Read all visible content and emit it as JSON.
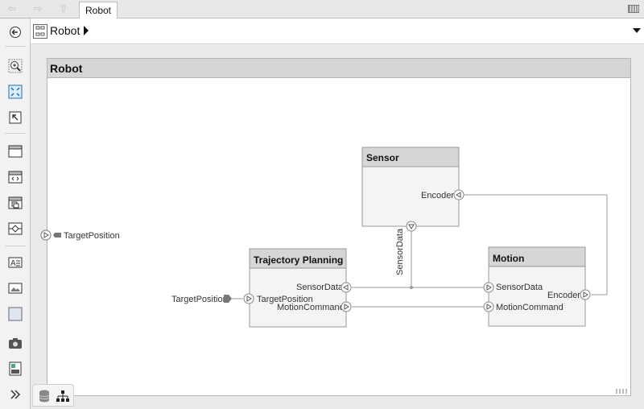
{
  "tabs": [
    {
      "label": "Robot"
    }
  ],
  "breadcrumb": {
    "label": "Robot"
  },
  "model": {
    "title": "Robot"
  },
  "root_ports": [
    {
      "name": "TargetPosition",
      "direction": "in"
    }
  ],
  "components": {
    "sensor": {
      "title": "Sensor",
      "ports": {
        "encoder": "Encoder",
        "sensor_data": "SensorData"
      }
    },
    "trajectory": {
      "title": "Trajectory Planning",
      "ports": {
        "sensor_data": "SensorData",
        "target_position": "TargetPosition",
        "motion_command": "MotionCommand"
      }
    },
    "motion": {
      "title": "Motion",
      "ports": {
        "sensor_data": "SensorData",
        "motion_command": "MotionCommand",
        "encoder": "Encoder"
      }
    }
  },
  "external_labels": {
    "target_position": "TargetPosition"
  },
  "connections": [
    {
      "from": "Sensor.SensorData",
      "to": "Trajectory Planning.SensorData"
    },
    {
      "from": "Sensor.SensorData",
      "to": "Motion.SensorData"
    },
    {
      "from": "Trajectory Planning.MotionCommand",
      "to": "Motion.MotionCommand"
    },
    {
      "from": "Motion.Encoder",
      "to": "Sensor.Encoder"
    },
    {
      "from": "TargetPosition",
      "to": "Trajectory Planning.TargetPosition"
    }
  ],
  "toolbar_icons": [
    "back-icon",
    "zoom-in-icon",
    "fit-to-view-icon",
    "zoom-to-area-icon",
    "component-icon",
    "reference-component-icon",
    "variant-component-icon",
    "adapter-icon",
    "annotation-icon",
    "image-icon",
    "area-icon",
    "screenshot-icon",
    "report-icon",
    "expand-icon"
  ],
  "colors": {
    "block_fill": "#f4f4f4",
    "block_header": "#d6d6d6",
    "line": "#888888"
  }
}
